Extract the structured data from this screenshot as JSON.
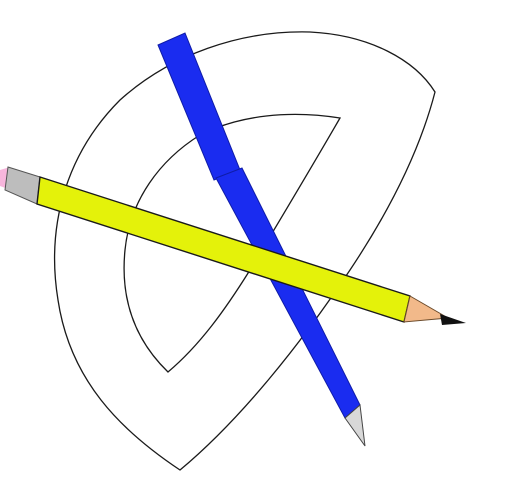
{
  "scene": {
    "background": "#ffffff",
    "objects": [
      {
        "name": "protractor",
        "outline_color": "#1a1a1a"
      },
      {
        "name": "blue-pen",
        "body_color": "#1a2cf0",
        "tip_color": "#d8d8d8"
      },
      {
        "name": "yellow-pencil",
        "body_color": "#e4f20a",
        "eraser_color": "#f7b6dc",
        "ferrule_color": "#bdbdbd",
        "wood_color": "#f2b98a",
        "lead_color": "#111111"
      }
    ]
  }
}
